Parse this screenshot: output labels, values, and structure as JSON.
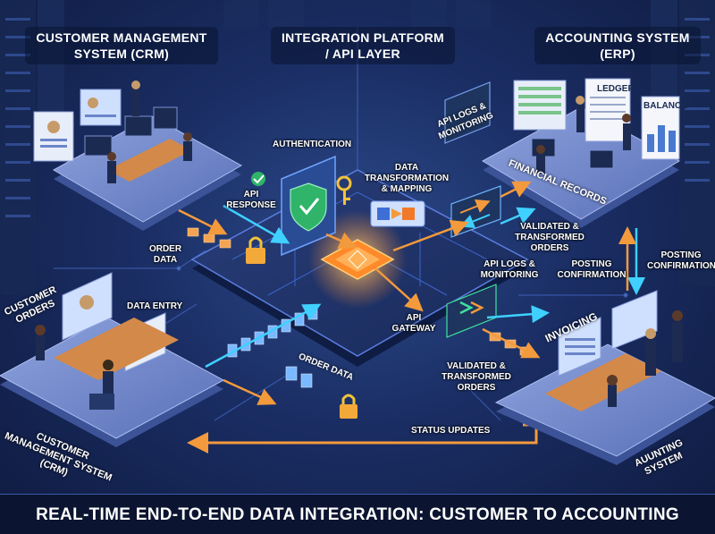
{
  "headers": {
    "crm": "CUSTOMER MANAGEMENT SYSTEM (CRM)",
    "integration": "INTEGRATION PLATFORM / API LAYER",
    "erp": "ACCOUNTING SYSTEM (ERP)"
  },
  "labels": {
    "authentication": "AUTHENTICATION",
    "api_response": "API RESPONSE",
    "data_transformation": "DATA TRANSFORMATION & MAPPING",
    "api_logs_top": "API LOGS & MONITORING",
    "financial_records": "FINANCIAL RECORDS",
    "ledger": "LEDGER",
    "balance": "BALANCE",
    "order_data_left": "ORDER DATA",
    "validated_top": "VALIDATED & TRANSFORMED ORDERS",
    "api_logs_mid": "API LOGS & MONITORING",
    "posting_confirmation_mid": "POSTING CONFIRMATION",
    "posting_confirmation_right": "POSTING CONFIRMATION",
    "customer_orders": "CUSTOMER ORDERS",
    "data_entry": "DATA ENTRY",
    "api_gateway": "API GATEWAY",
    "invoicing": "INVOICING",
    "validated_bottom": "VALIDATED & TRANSFORMED ORDERS",
    "order_data_bottom": "ORDER DATA",
    "status_updates": "STATUS UPDATES",
    "crm_bottom": "CUSTOMER MANAGEMENT SYSTEM (CRM)",
    "accounting_bottom": "AUUNTING SYSTEM"
  },
  "footer": "REAL-TIME END-TO-END DATA INTEGRATION: CUSTOMER TO ACCOUNTING",
  "colors": {
    "background": "#1a2d63",
    "platform": "#6f86c9",
    "arrow_orange": "#f39a3c",
    "arrow_cyan": "#3fd0ff",
    "chip": "#f07a2a",
    "shield": "#3fd67a"
  }
}
